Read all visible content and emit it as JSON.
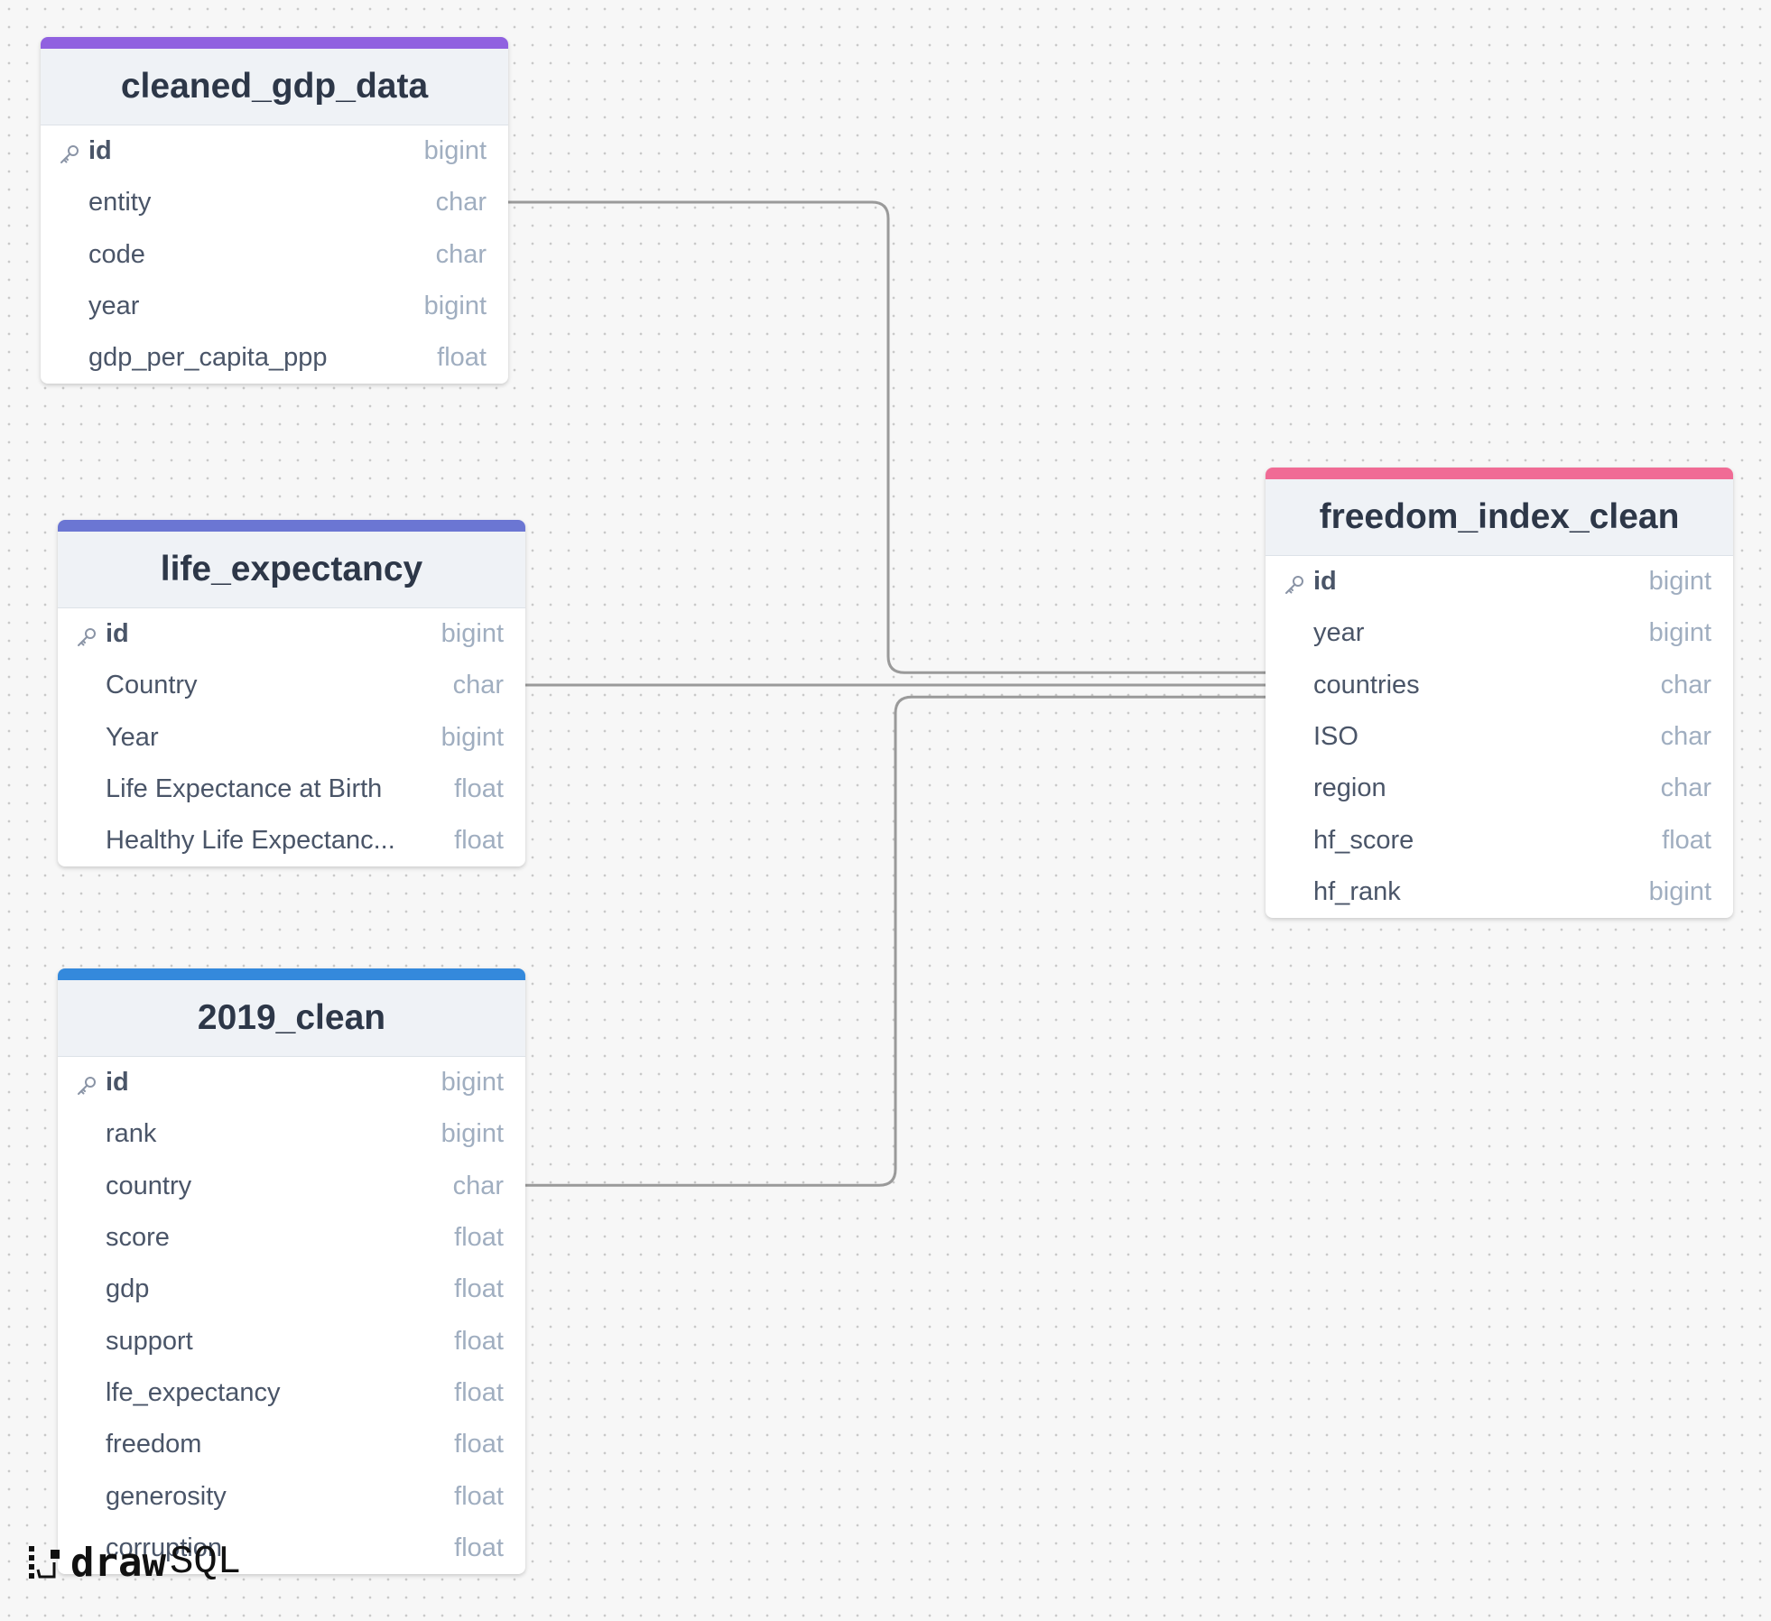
{
  "tables": [
    {
      "name": "cleaned_gdp_data",
      "color": "#9061e0",
      "columns": [
        {
          "name": "id",
          "type": "bigint",
          "pk": true
        },
        {
          "name": "entity",
          "type": "char"
        },
        {
          "name": "code",
          "type": "char"
        },
        {
          "name": "year",
          "type": "bigint"
        },
        {
          "name": "gdp_per_capita_ppp",
          "type": "float"
        }
      ]
    },
    {
      "name": "life_expectancy",
      "color": "#6b76d3",
      "columns": [
        {
          "name": "id",
          "type": "bigint",
          "pk": true
        },
        {
          "name": "Country",
          "type": "char"
        },
        {
          "name": "Year",
          "type": "bigint"
        },
        {
          "name": "Life Expectance at Birth",
          "type": "float"
        },
        {
          "name": "Healthy Life Expectanc...",
          "type": "float"
        }
      ]
    },
    {
      "name": "2019_clean",
      "color": "#3489dc",
      "columns": [
        {
          "name": "id",
          "type": "bigint",
          "pk": true
        },
        {
          "name": "rank",
          "type": "bigint"
        },
        {
          "name": "country",
          "type": "char"
        },
        {
          "name": "score",
          "type": "float"
        },
        {
          "name": "gdp",
          "type": "float"
        },
        {
          "name": "support",
          "type": "float"
        },
        {
          "name": "lfe_expectancy",
          "type": "float"
        },
        {
          "name": "freedom",
          "type": "float"
        },
        {
          "name": "generosity",
          "type": "float"
        },
        {
          "name": "corruption",
          "type": "float"
        }
      ]
    },
    {
      "name": "freedom_index_clean",
      "color": "#f06b95",
      "columns": [
        {
          "name": "id",
          "type": "bigint",
          "pk": true
        },
        {
          "name": "year",
          "type": "bigint"
        },
        {
          "name": "countries",
          "type": "char"
        },
        {
          "name": "ISO",
          "type": "char"
        },
        {
          "name": "region",
          "type": "char"
        },
        {
          "name": "hf_score",
          "type": "float"
        },
        {
          "name": "hf_rank",
          "type": "bigint"
        }
      ]
    }
  ],
  "relationships": [
    {
      "from_table": "cleaned_gdp_data",
      "from_column": "entity",
      "to_table": "freedom_index_clean",
      "to_column": "countries"
    },
    {
      "from_table": "life_expectancy",
      "from_column": "Country",
      "to_table": "freedom_index_clean",
      "to_column": "countries"
    },
    {
      "from_table": "2019_clean",
      "from_column": "country",
      "to_table": "freedom_index_clean",
      "to_column": "countries"
    }
  ],
  "brand": {
    "bold": "draw",
    "light": "SQL"
  },
  "connector_color": "#9a9a9a"
}
